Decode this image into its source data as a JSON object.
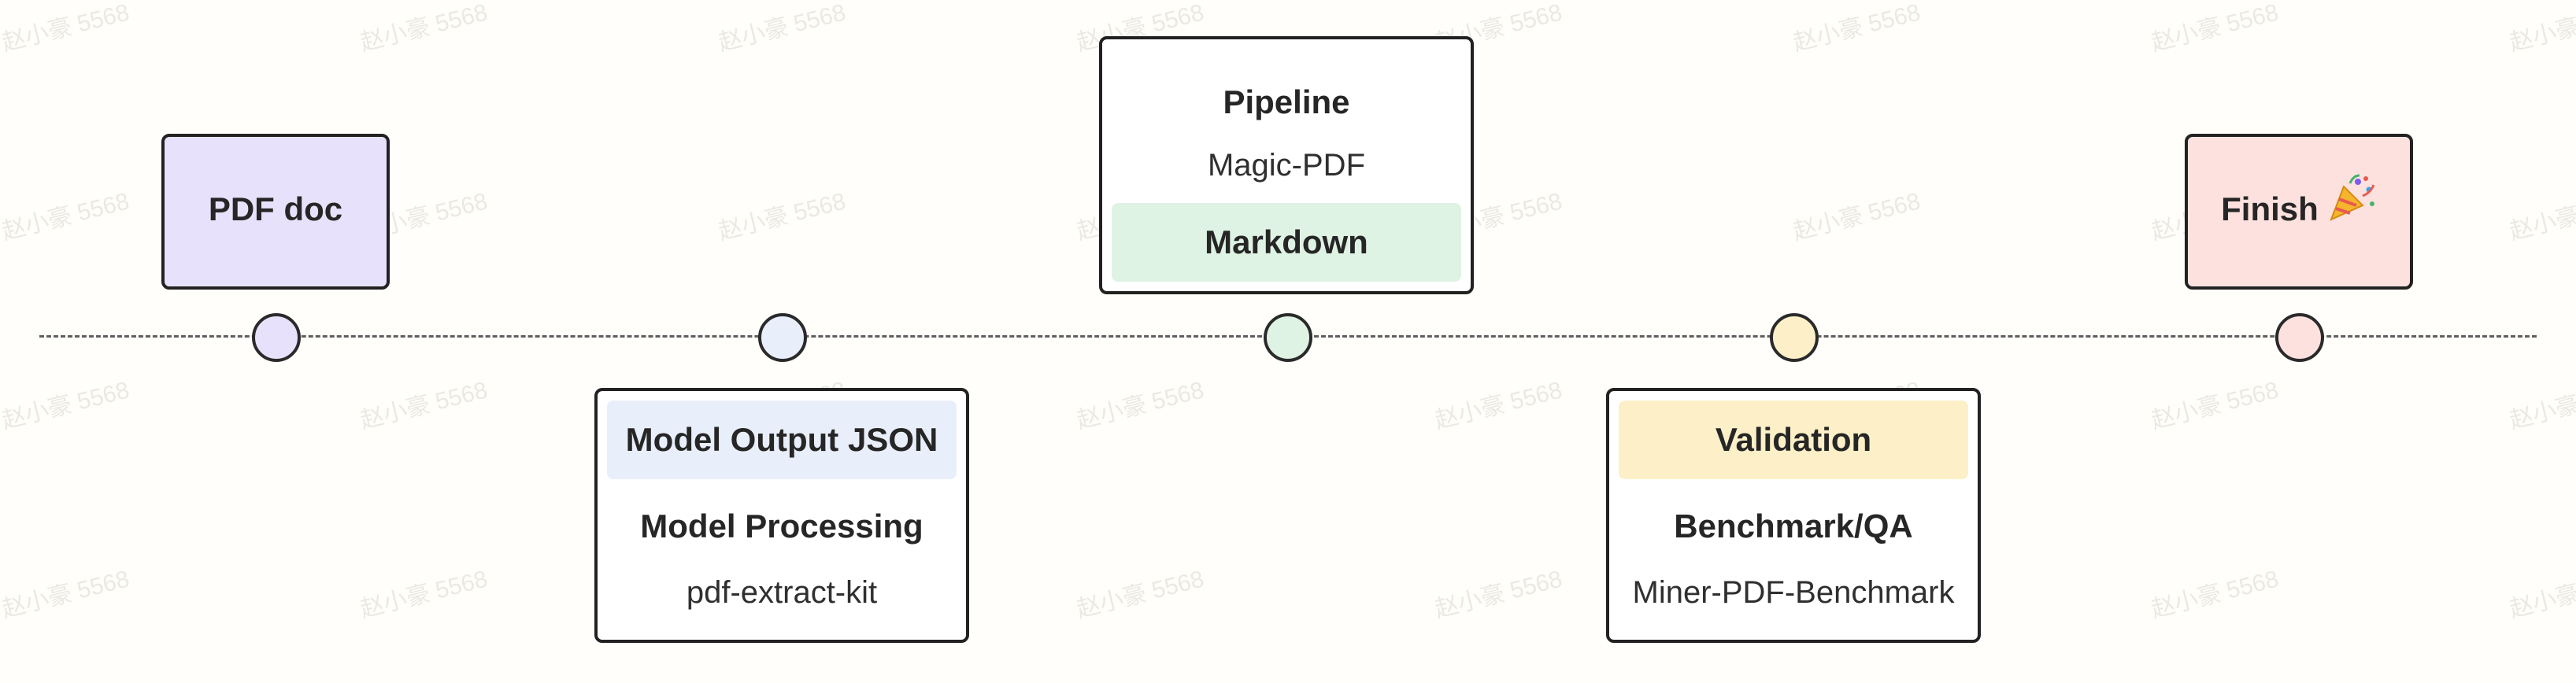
{
  "timeline": {
    "stages": [
      {
        "id": "pdf-doc",
        "title": "PDF doc",
        "color": "#e8e1fb"
      },
      {
        "id": "model-processing",
        "band": "Model Output JSON",
        "title": "Model Processing",
        "subtitle": "pdf-extract-kit",
        "color": "#e9eefb"
      },
      {
        "id": "pipeline",
        "title": "Pipeline",
        "subtitle": "Magic-PDF",
        "band": "Markdown",
        "color": "#dff3e4"
      },
      {
        "id": "benchmark",
        "band": "Validation",
        "title": "Benchmark/QA",
        "subtitle": "Miner-PDF-Benchmark",
        "color": "#fdf0c8"
      },
      {
        "id": "finish",
        "title": "Finish",
        "color": "#fde1df",
        "emoji": "party-popper-icon"
      }
    ]
  },
  "watermark": {
    "text": "赵小豪 5568"
  }
}
